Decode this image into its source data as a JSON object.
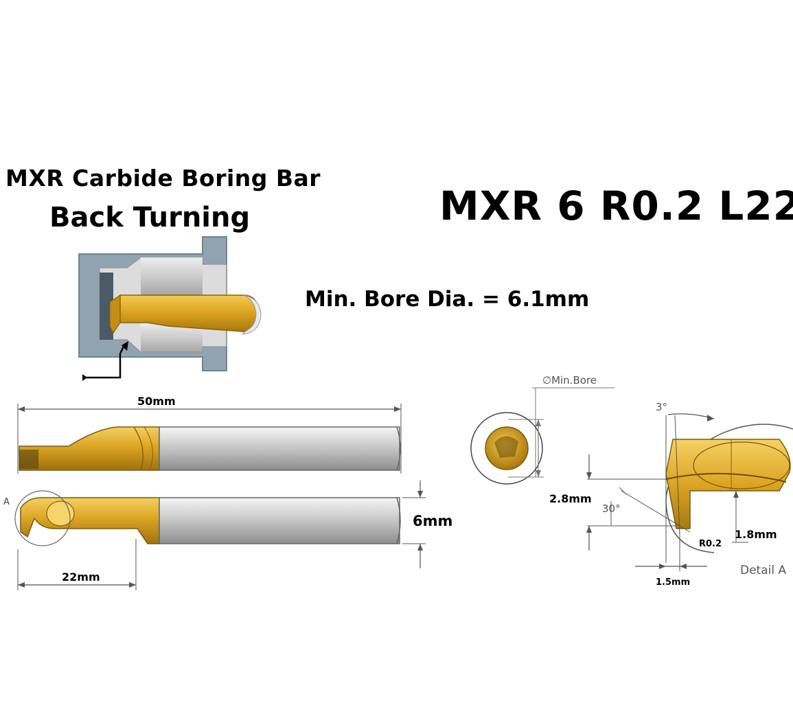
{
  "header": {
    "title_line1": "MXR Carbide Boring Bar",
    "title_line2": "Back Turning",
    "part_code": "MXR 6 R0.2 L22",
    "min_bore_text": "Min. Bore Dia. = 6.1mm"
  },
  "side_view": {
    "total_length": "50mm",
    "diameter": "6mm",
    "reach_length": "22mm",
    "detail_marker": "A"
  },
  "end_view": {
    "min_bore_label": "∅Min.Bore"
  },
  "detail_a": {
    "angle_top": "3°",
    "angle_side": "30°",
    "height": "2.8mm",
    "radius": "R0.2",
    "depth": "1.8mm",
    "width": "1.5mm",
    "caption": "Detail A"
  },
  "colors": {
    "carbide_gold": "#d9a21e",
    "shank_gray": "#b5b5b5",
    "housing_blue_gray": "#8fa3b0"
  }
}
